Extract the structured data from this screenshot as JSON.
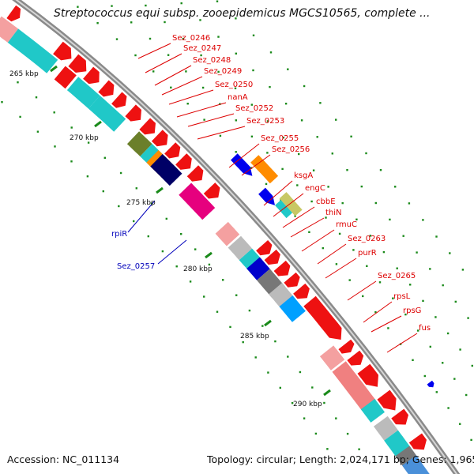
{
  "title": "Streptococcus equi subsp. zooepidemicus MGCS10565, complete ...",
  "accession": "Accession: NC_011134",
  "summary": "Topology: circular; Length: 2,024,171 bp; Genes: 1,965",
  "colors": {
    "background": "#ffffff",
    "backbone": "#888888",
    "gene_red": "#ee1111",
    "gene_pink": "#f08080",
    "gene_cyan": "#20c8c8",
    "label_red": "#dd0000",
    "label_blue": "#0000bb",
    "tick_green": "#1a8a1a"
  },
  "scale_labels": [
    "265 kbp",
    "270 kbp",
    "275 kbp",
    "280 kbp",
    "285 kbp",
    "290 kbp"
  ],
  "forward_labels": [
    "Sez_0246",
    "Sez_0247",
    "Sez_0248",
    "Sez_0249",
    "Sez_0250",
    "nanA",
    "Sez_0252",
    "Sez_0253",
    "Sez_0255",
    "Sez_0256",
    "ksgA",
    "engC",
    "cbbE",
    "thiN",
    "rmuC",
    "Sez_0263",
    "purR",
    "Sez_0265",
    "rpsL",
    "rpsG",
    "fus"
  ],
  "reverse_labels": [
    "rpiR",
    "Sez_0257"
  ]
}
